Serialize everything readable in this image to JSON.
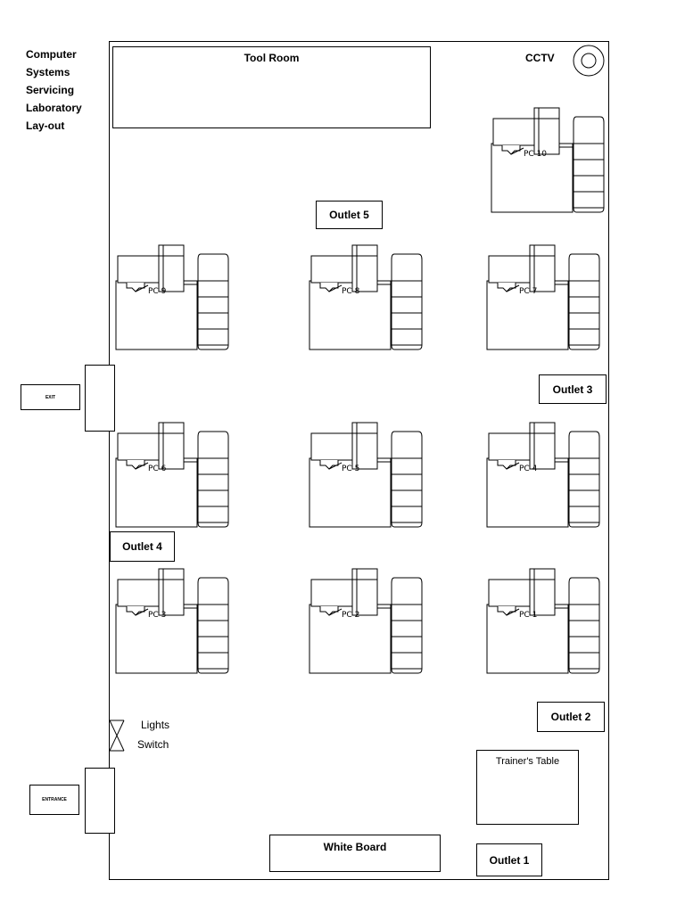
{
  "title_lines": [
    "Computer",
    "Systems",
    "Servicing",
    "Laboratory",
    "Lay-out"
  ],
  "tool_room": "Tool Room",
  "cctv": "CCTV",
  "outlets": {
    "outlet1": "Outlet 1",
    "outlet2": "Outlet 2",
    "outlet3": "Outlet 3",
    "outlet4": "Outlet 4",
    "outlet5": "Outlet 5"
  },
  "exit": "EXIT",
  "entrance": "ENTRANCE",
  "lights_switch": [
    "Lights",
    "Switch"
  ],
  "trainers_table": "Trainer's Table",
  "white_board": "White Board",
  "pcs": [
    {
      "label": "PC 10"
    },
    {
      "label": "PC 9"
    },
    {
      "label": "PC 8"
    },
    {
      "label": "PC 7"
    },
    {
      "label": "PC 6"
    },
    {
      "label": "PC 5"
    },
    {
      "label": "PC 4"
    },
    {
      "label": "PC 3"
    },
    {
      "label": "PC 2"
    },
    {
      "label": "PC 1"
    }
  ]
}
